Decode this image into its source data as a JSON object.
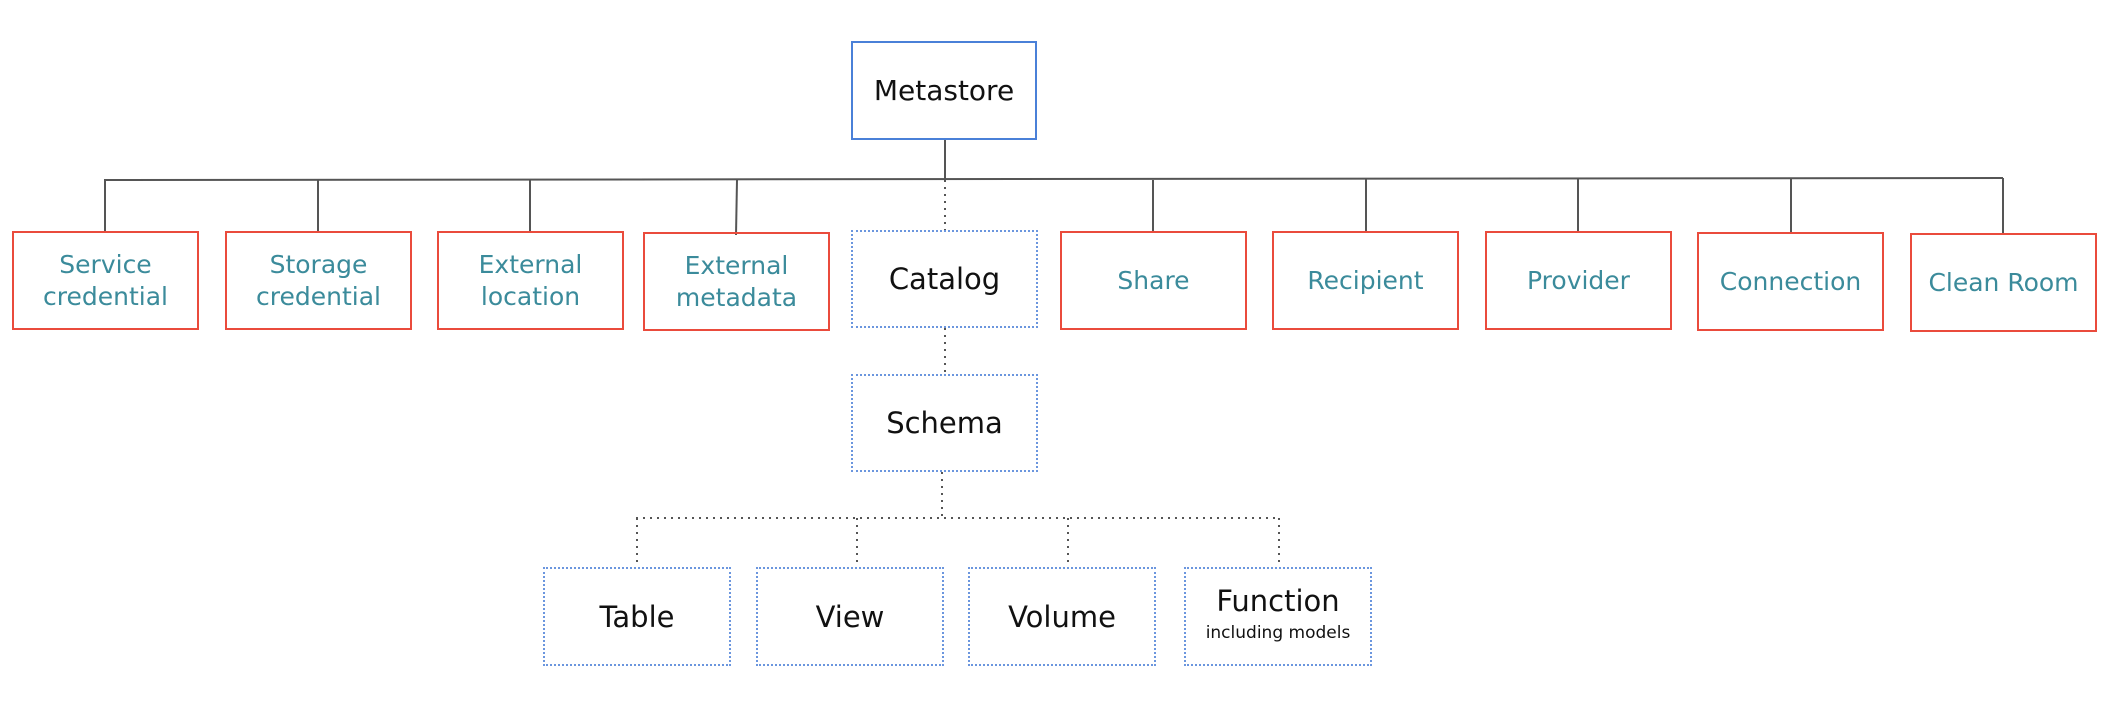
{
  "diagram": {
    "root": {
      "label": "Metastore"
    },
    "securables": [
      {
        "label": "Service\ncredential"
      },
      {
        "label": "Storage\ncredential"
      },
      {
        "label": "External\nlocation"
      },
      {
        "label": "External\nmetadata"
      },
      {
        "label": "Share"
      },
      {
        "label": "Recipient"
      },
      {
        "label": "Provider"
      },
      {
        "label": "Connection"
      },
      {
        "label": "Clean Room"
      }
    ],
    "catalog": {
      "label": "Catalog"
    },
    "schema": {
      "label": "Schema"
    },
    "leaves": [
      {
        "label": "Table"
      },
      {
        "label": "View"
      },
      {
        "label": "Volume"
      },
      {
        "label": "Function",
        "sublabel": "including models"
      }
    ],
    "colors": {
      "root_border": "#4a80d8",
      "securable_border": "#ea4b3c",
      "securable_text": "#3b8b9b",
      "data_border": "#6b96de",
      "connector": "#555555"
    }
  }
}
